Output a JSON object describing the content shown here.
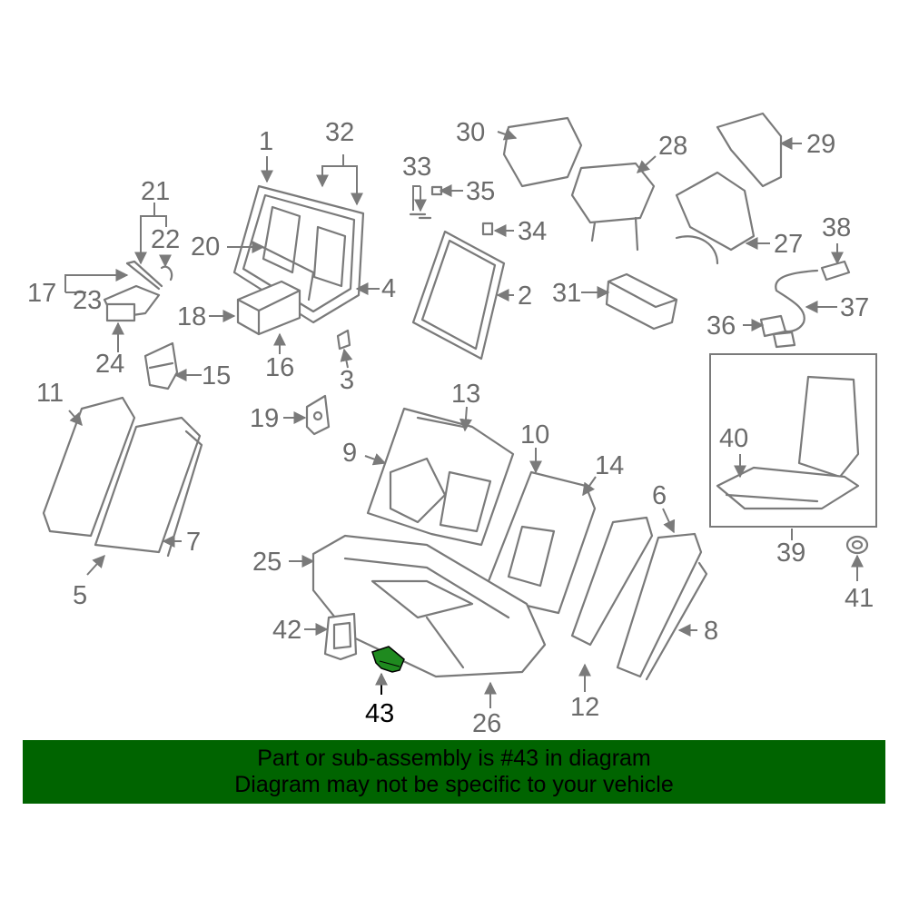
{
  "banner": {
    "line1": "Part or sub-assembly is #43 in diagram",
    "line2": "Diagram may not be specific to your vehicle",
    "background": "#006400"
  },
  "highlight": {
    "label": "43",
    "color": "#1f8a1f"
  },
  "labels": {
    "l1": "1",
    "l2": "2",
    "l3": "3",
    "l4": "4",
    "l5": "5",
    "l6": "6",
    "l7": "7",
    "l8": "8",
    "l9": "9",
    "l10": "10",
    "l11": "11",
    "l12": "12",
    "l13": "13",
    "l14": "14",
    "l15": "15",
    "l16": "16",
    "l17": "17",
    "l18": "18",
    "l19": "19",
    "l20": "20",
    "l21": "21",
    "l22": "22",
    "l23": "23",
    "l24": "24",
    "l25": "25",
    "l26": "26",
    "l27": "27",
    "l28": "28",
    "l29": "29",
    "l30": "30",
    "l31": "31",
    "l32": "32",
    "l33": "33",
    "l34": "34",
    "l35": "35",
    "l36": "36",
    "l37": "37",
    "l38": "38",
    "l39": "39",
    "l40": "40",
    "l41": "41",
    "l42": "42",
    "l43": "43"
  }
}
